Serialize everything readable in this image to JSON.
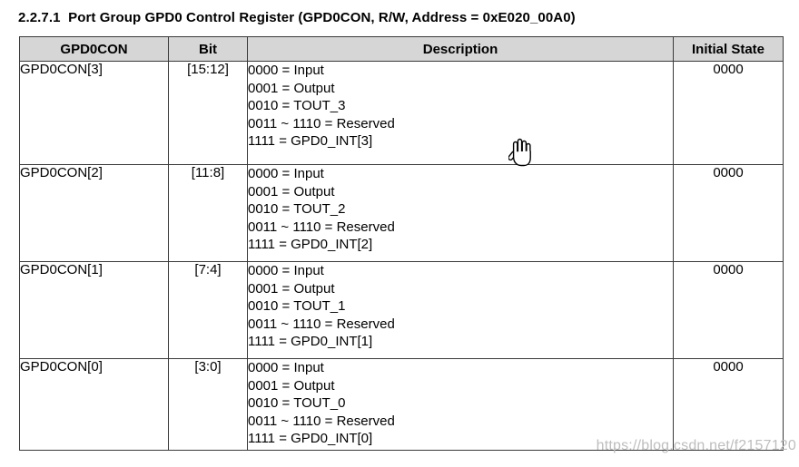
{
  "page": {
    "title": "2.2.7.1  Port Group GPD0 Control Register (GPD0CON, R/W, Address = 0xE020_00A0)",
    "watermark": "https://blog.csdn.net/f2157120"
  },
  "icons": {
    "cursor": "hand-open-cursor"
  },
  "colors": {
    "header_bg": "#d6d6d6",
    "table_border": "#3a3a3a",
    "watermark_text": "#bababa"
  },
  "table": {
    "headers": [
      "GPD0CON",
      "Bit",
      "Description",
      "Initial State"
    ],
    "rows": [
      {
        "name": "GPD0CON[3]",
        "bit": "[15:12]",
        "description": [
          "0000 = Input",
          "0001 = Output",
          "0010 = TOUT_3",
          "0011 ~ 1110 = Reserved",
          "1111 = GPD0_INT[3]"
        ],
        "initial_state": "0000"
      },
      {
        "name": "GPD0CON[2]",
        "bit": "[11:8]",
        "description": [
          "0000 = Input",
          "0001 = Output",
          "0010 = TOUT_2",
          "0011 ~ 1110 = Reserved",
          "1111 = GPD0_INT[2]"
        ],
        "initial_state": "0000"
      },
      {
        "name": "GPD0CON[1]",
        "bit": "[7:4]",
        "description": [
          "0000 = Input",
          "0001 = Output",
          "0010 = TOUT_1",
          "0011 ~ 1110 = Reserved",
          "1111 = GPD0_INT[1]"
        ],
        "initial_state": "0000"
      },
      {
        "name": "GPD0CON[0]",
        "bit": "[3:0]",
        "description": [
          "0000 = Input",
          "0001 = Output",
          "0010 = TOUT_0",
          "0011 ~ 1110 = Reserved",
          "1111 = GPD0_INT[0]"
        ],
        "initial_state": "0000"
      }
    ]
  }
}
